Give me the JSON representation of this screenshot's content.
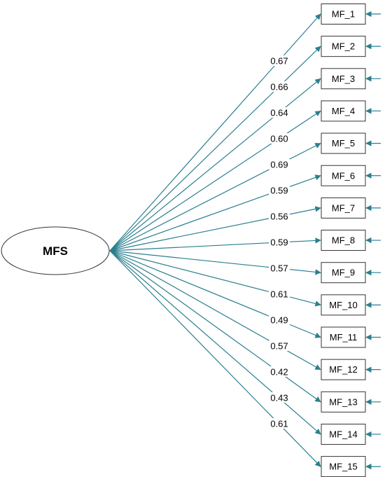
{
  "latent": {
    "label": "MFS"
  },
  "indicators": [
    {
      "label": "MF_1",
      "loading": "0.67"
    },
    {
      "label": "MF_2",
      "loading": "0.66"
    },
    {
      "label": "MF_3",
      "loading": "0.64"
    },
    {
      "label": "MF_4",
      "loading": "0.60"
    },
    {
      "label": "MF_5",
      "loading": "0.69"
    },
    {
      "label": "MF_6",
      "loading": "0.59"
    },
    {
      "label": "MF_7",
      "loading": "0.56"
    },
    {
      "label": "MF_8",
      "loading": "0.59"
    },
    {
      "label": "MF_9",
      "loading": "0.57"
    },
    {
      "label": "MF_10",
      "loading": "0.61"
    },
    {
      "label": "MF_11",
      "loading": "0.49"
    },
    {
      "label": "MF_12",
      "loading": "0.57"
    },
    {
      "label": "MF_13",
      "loading": "0.42"
    },
    {
      "label": "MF_14",
      "loading": "0.43"
    },
    {
      "label": "MF_15",
      "loading": "0.61"
    }
  ],
  "colors": {
    "path": "#2a7f8f",
    "box_stroke": "#333333",
    "ellipse_stroke": "#333333"
  }
}
